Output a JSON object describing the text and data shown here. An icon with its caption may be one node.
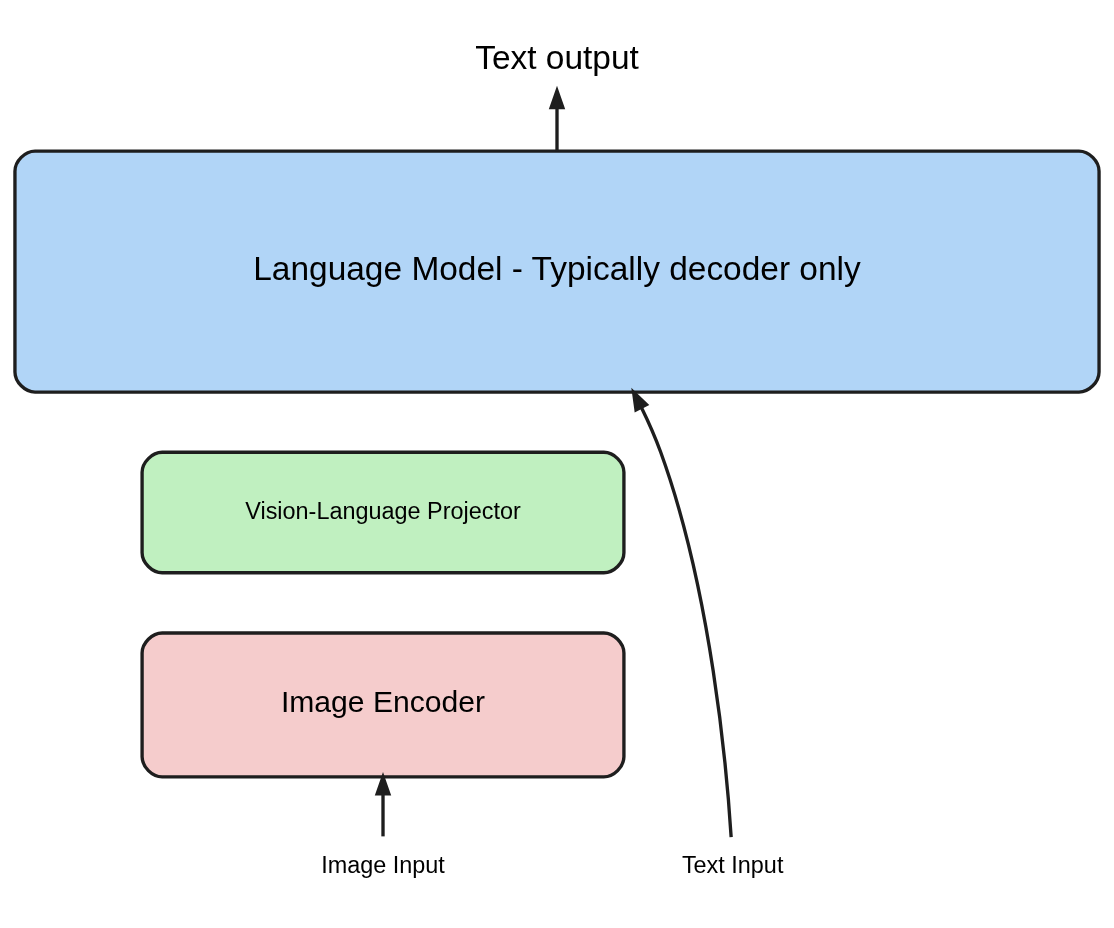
{
  "diagram": {
    "nodes": [
      {
        "text": [
          "Text output"
        ]
      },
      {
        "text": [
          "Language Model - Typically decoder only"
        ]
      },
      {
        "text": [
          "Vision-Language Projector"
        ]
      },
      {
        "text": [
          "Image Encoder"
        ]
      },
      {
        "text": [
          "Image Input"
        ]
      },
      {
        "text": [
          "Text Input"
        ]
      }
    ],
    "edges": [
      {
        "from": 1,
        "to": 0,
        "arrow": "to"
      },
      {
        "from": 4,
        "to": 3,
        "arrow": "to"
      },
      {
        "from": 5,
        "to": 1,
        "arrow": "to"
      }
    ]
  }
}
